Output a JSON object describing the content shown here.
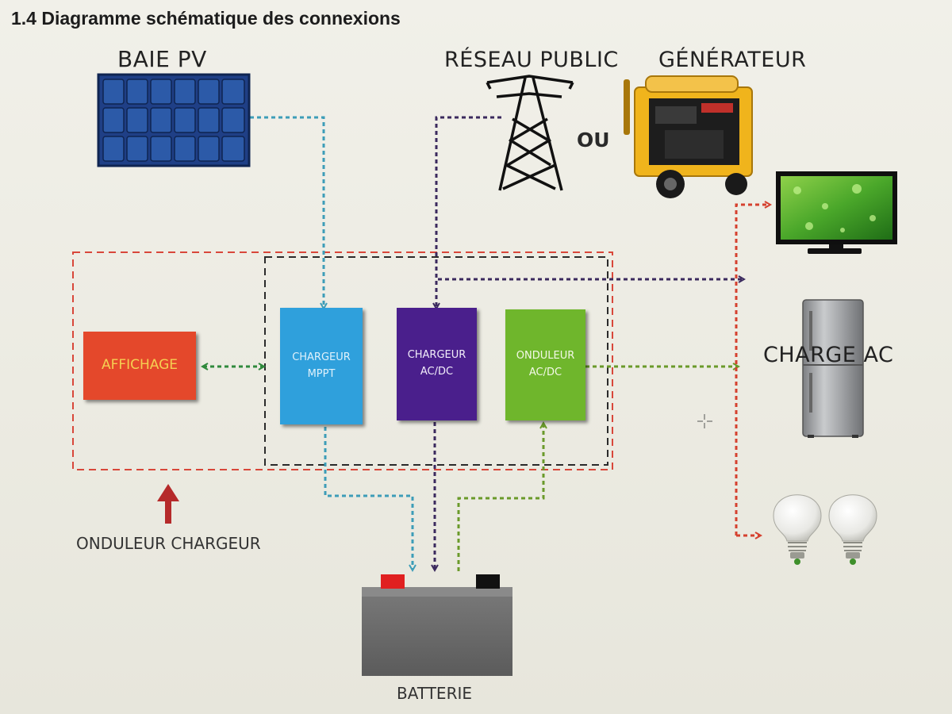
{
  "title": "1.4 Diagramme schématique des connexions",
  "labels": {
    "pv_array": "BAIE PV",
    "grid": "RÉSEAU PUBLIC",
    "or": "OU",
    "generator": "GÉNÉRATEUR",
    "ac_load": "CHARGE AC",
    "inverter_charger": "ONDULEUR CHARGEUR",
    "battery": "BATTERIE"
  },
  "blocks": {
    "display": {
      "label": "AFFICHAGE",
      "color": "#e4482b"
    },
    "mppt_charger": {
      "line1": "CHARGEUR",
      "line2": "MPPT",
      "color": "#2fa0dc"
    },
    "acdc_charger": {
      "line1": "CHARGEUR",
      "line2": "AC/DC",
      "color": "#4a1f8c"
    },
    "inverter": {
      "line1": "ONDULEUR",
      "line2": "AC/DC",
      "color": "#6fb62c"
    }
  },
  "icons": {
    "pv_panel": "solar-panel-icon",
    "grid": "transmission-tower-icon",
    "generator": "generator-icon",
    "tv": "television-icon",
    "fridge": "refrigerator-icon",
    "bulbs": "light-bulb-icon",
    "battery": "battery-icon"
  },
  "colors": {
    "pv_line": "#3d9db8",
    "grid_line": "#3b2a5e",
    "inverter_line": "#6a9a2a",
    "display_link": "#2f8a3c",
    "load_line": "#d5412f",
    "boundary_red": "#d8473a",
    "boundary_dark": "#2b2b2b"
  }
}
